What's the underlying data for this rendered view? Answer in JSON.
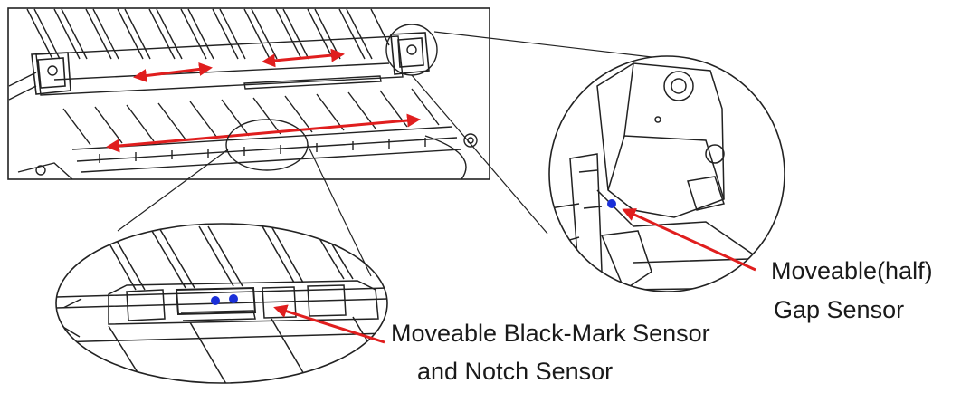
{
  "labels": {
    "gap_sensor_line1": "Moveable(half)",
    "gap_sensor_line2": "Gap Sensor",
    "black_mark_line1": "Moveable Black-Mark Sensor",
    "black_mark_line2": "and Notch Sensor"
  },
  "colors": {
    "line": "#222222",
    "arrow": "#e01e1e",
    "sensor_dot": "#1a2fd8",
    "background": "#ffffff"
  },
  "callouts": [
    {
      "name": "black-mark-sensor-detail",
      "sensor_dots": 2
    },
    {
      "name": "gap-sensor-detail",
      "sensor_dots": 1
    }
  ]
}
